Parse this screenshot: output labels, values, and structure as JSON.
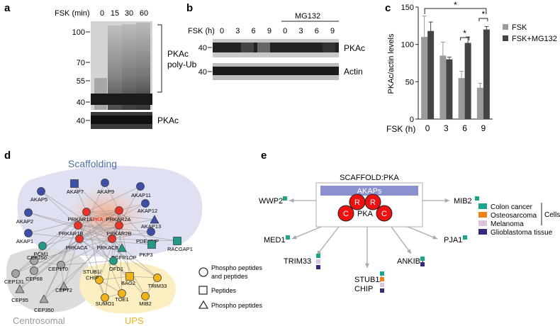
{
  "panels": {
    "a": {
      "letter": "a",
      "header_label": "FSK (min)",
      "lanes": [
        "0",
        "15",
        "30",
        "60"
      ],
      "mw_top": [
        "100",
        "70",
        "55",
        "40"
      ],
      "mw_bottom": "40",
      "bracket_label_1": "PKAc",
      "bracket_label_2": "poly-Ub",
      "bottom_label": "PKAc"
    },
    "b": {
      "letter": "b",
      "treatment": "MG132",
      "header_label": "FSK (h)",
      "lanes": [
        "0",
        "3",
        "6",
        "9",
        "0",
        "3",
        "6",
        "9"
      ],
      "mw_top": "40",
      "mw_bottom": "40",
      "row1_label": "PKAc",
      "row2_label": "Actin"
    },
    "c": {
      "letter": "c",
      "x_axis_title": "FSK (h)",
      "significance_mark": "*"
    },
    "d": {
      "letter": "d",
      "groups": {
        "scaffolding": "Scaffolding",
        "centrosomal": "Centrosomal",
        "ups": "UPS"
      },
      "center_label": "PKA",
      "nodes": {
        "akap7": "AKAP7",
        "akap9": "AKAP9",
        "akap5": "AKAP5",
        "akap11": "AKAP11",
        "akap12": "AKAP12",
        "akap2": "AKAP2",
        "akap13": "AKAP13",
        "akap1": "AKAP1",
        "pde4dip": "PDE4DIP",
        "prkar1a": "PRKAR1A",
        "prkar2a": "PRKAR2A",
        "prkar1b": "PRKAR1B",
        "prkar2b": "PRKAR2B",
        "prkaca": "PRKACA",
        "prkacb": "PRKACB",
        "pcm1": "PCM1",
        "pkp3": "PKP3",
        "raccgap1": "RACGAP1",
        "fgfr1op": "FGFR1OP",
        "ofd1": "OFD1",
        "cep250": "CEP250",
        "cep131": "CEP131",
        "cep68": "CEP68",
        "cep170": "CEP170",
        "cep72": "CEP72",
        "cep95": "CEP95",
        "cep350": "CEP350",
        "stub1_chip": "STUB1/\nCHIP",
        "bag2": "BAG2",
        "trim33": "TRIM33",
        "toe1": "TOE1",
        "sumo1": "SUMO1",
        "mib2": "MIB2"
      },
      "legend": {
        "circle": "Phospho peptides and peptides",
        "square": "Peptides",
        "triangle": "Phospho peptides"
      }
    },
    "e": {
      "letter": "e",
      "box_title": "SCAFFOLD:PKA",
      "akaps": "AKAPs",
      "r": "R",
      "c": "C",
      "pka": "PKA",
      "targets": {
        "wwp2": "WWP2",
        "mib2": "MIB2",
        "med1": "MED1",
        "pja1": "PJA1",
        "trim33": "TRIM33",
        "stub1_chip": "STUB1/\nCHIP",
        "ankib1": "ANKIB1"
      },
      "legend": {
        "colon": "Colon cancer",
        "osteo": "Osteosarcoma",
        "melanoma": "Melanoma",
        "glioblastoma": "Glioblastoma tissue",
        "cells": "Cells"
      },
      "colors": {
        "colon": "#1aa58e",
        "osteo": "#f07f17",
        "melanoma": "#dcc3de",
        "glioblastoma": "#332a7c"
      }
    }
  },
  "chart_data": {
    "type": "bar",
    "categories": [
      "0",
      "3",
      "6",
      "9"
    ],
    "series": [
      {
        "name": "FSK",
        "values": [
          110,
          85,
          55,
          42
        ],
        "errors": [
          28,
          18,
          9,
          6
        ],
        "color": "#9a9a9a"
      },
      {
        "name": "FSK+MG132",
        "values": [
          118,
          80,
          102,
          120
        ],
        "errors": [
          12,
          3,
          8,
          4
        ],
        "color": "#444444"
      }
    ],
    "xlabel": "FSK (h)",
    "ylabel": "PKAc/actin levels",
    "ylim": [
      0,
      150
    ],
    "yticks": [
      "0",
      "50",
      "100",
      "150"
    ],
    "significance": [
      {
        "from": "0",
        "to": "9",
        "label": "*"
      },
      {
        "at": "6",
        "label": "*"
      },
      {
        "at": "9",
        "label": "*"
      }
    ],
    "legend_position": "right",
    "grid": false
  }
}
